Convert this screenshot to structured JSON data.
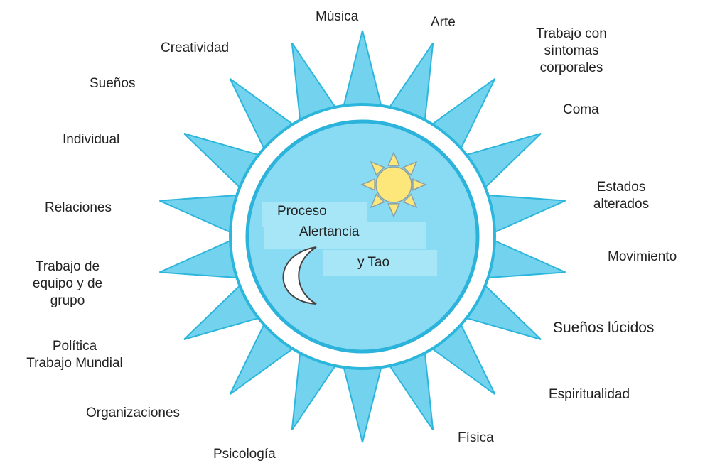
{
  "colors": {
    "ray_fill": "#73d3ee",
    "ray_stroke": "#2db6dc",
    "ring_fill": "#ffffff",
    "core_fill": "#89daf3",
    "core_stroke": "#2bb3dc",
    "text_box": "#a6e6f7",
    "sun_fill": "#fde77a",
    "sun_stroke": "#8aa0a8",
    "moon_fill": "#ffffff",
    "moon_stroke": "#444444"
  },
  "center": {
    "line1": "Proceso",
    "line2": "Alertancia",
    "line3": "y Tao"
  },
  "labels": {
    "musica": "Música",
    "arte": "Arte",
    "trabajo_sintomas": "Trabajo con\nsíntomas\ncorporales",
    "coma": "Coma",
    "estados_alterados": "Estados\nalterados",
    "movimiento": "Movimiento",
    "suenos_lucidos": "Sueños lúcidos",
    "espiritualidad": "Espiritualidad",
    "fisica": "Física",
    "psicologia": "Psicología",
    "organizaciones": "Organizaciones",
    "politica": "Política\nTrabajo Mundial",
    "trabajo_equipo": "Trabajo de\nequipo y de\ngrupo",
    "relaciones": "Relaciones",
    "individual": "Individual",
    "suenos": "Sueños",
    "creatividad": "Creatividad"
  }
}
